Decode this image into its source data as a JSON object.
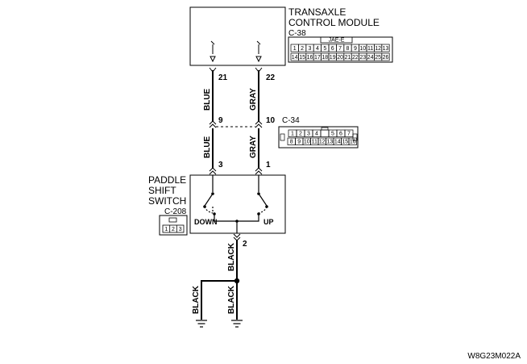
{
  "modules": {
    "tcm": {
      "name_line1": "TRANSAXLE",
      "name_line2": "CONTROL MODULE",
      "connector": "C-38",
      "connector_tag": "JAE-E",
      "row1": [
        "1",
        "2",
        "3",
        "4",
        "5",
        "6",
        "7",
        "8",
        "9",
        "10",
        "11",
        "12",
        "13"
      ],
      "row2": [
        "14",
        "15",
        "16",
        "17",
        "18",
        "19",
        "20",
        "21",
        "22",
        "23",
        "24",
        "25",
        "26"
      ]
    },
    "switch": {
      "name_line1": "PADDLE",
      "name_line2": "SHIFT",
      "name_line3": "SWITCH",
      "connector": "C-208",
      "cells": [
        "1",
        "2",
        "3"
      ],
      "label_down": "DOWN",
      "label_up": "UP"
    }
  },
  "joint_connector": {
    "ref": "C-34",
    "row1": [
      "1",
      "2",
      "3",
      "4",
      "",
      "5",
      "6",
      "7"
    ],
    "row2": [
      "8",
      "9",
      "10",
      "11",
      "12",
      "13",
      "14",
      "15",
      "16"
    ]
  },
  "pins": {
    "tcm_left": "21",
    "tcm_right": "22",
    "j_left": "9",
    "j_right": "10",
    "sw_left": "3",
    "sw_right": "1",
    "sw_ground": "2"
  },
  "wires": {
    "upper_left": "BLUE",
    "upper_right": "GRAY",
    "lower_left": "BLUE",
    "lower_right": "GRAY",
    "ground_main": "BLACK",
    "ground_left": "BLACK",
    "ground_right": "BLACK"
  },
  "footer": {
    "code": "W8G23M022A"
  }
}
